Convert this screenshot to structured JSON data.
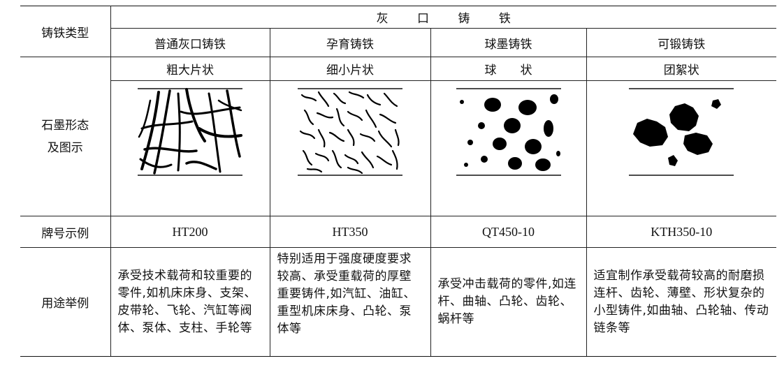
{
  "header": {
    "type_label": "铸铁类型",
    "group_label": "灰 口 铸 铁",
    "columns": [
      "普通灰口铸铁",
      "孕育铸铁",
      "球墨铸铁",
      "可锻铸铁"
    ]
  },
  "graphite": {
    "row_label": "石墨形态及图示",
    "shapes": [
      "粗大片状",
      "细小片状",
      "球　　状",
      "团絮状"
    ],
    "image_names": [
      "coarse-flake-graphite",
      "fine-flake-graphite",
      "spheroidal-graphite",
      "temper-graphite-nodules"
    ]
  },
  "grade": {
    "row_label": "牌号示例",
    "values": [
      "HT200",
      "HT350",
      "QT450-10",
      "KTH350-10"
    ]
  },
  "usage": {
    "row_label": "用途举例",
    "values": [
      "承受技术载荷和较重要的零件,如机床床身、支架、皮带轮、飞轮、汽缸等阀体、泵体、支柱、手轮等",
      "特别适用于强度硬度要求较高、承受重载荷的厚壁重要铸件,如汽缸、油缸、重型机床床身、凸轮、泵体等",
      "承受冲击载荷的零件,如连杆、曲轴、凸轮、齿轮、蜗杆等",
      "适宜制作承受载荷较高的耐磨损连杆、齿轮、薄壁、形状复杂的小型铸件,如曲轴、凸轮轴、传动链条等"
    ]
  }
}
